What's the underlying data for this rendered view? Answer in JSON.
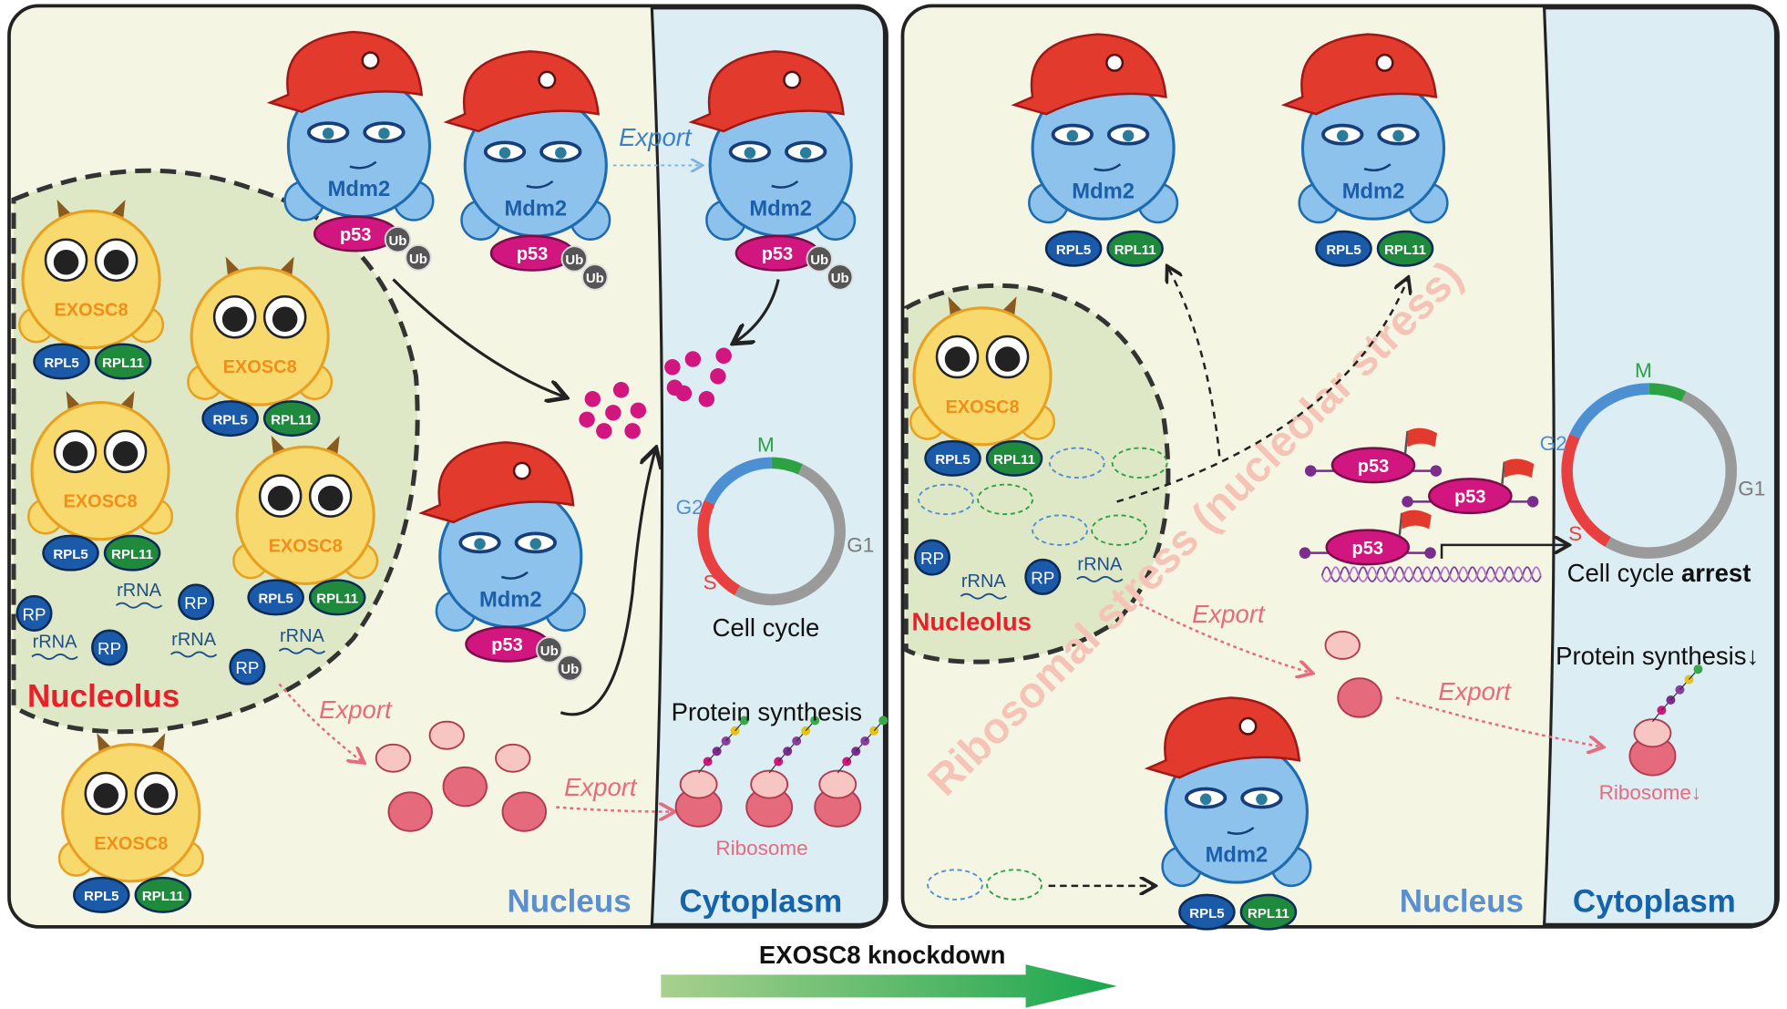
{
  "left_panel": {
    "nucleus_label": "Nucleus",
    "cytoplasm_label": "Cytoplasm",
    "nucleolus_label": "Nucleolus",
    "export_labels": [
      "Export",
      "Export",
      "Export"
    ],
    "cell_cycle": {
      "label": "Cell cycle",
      "phases": [
        "M",
        "G2",
        "S",
        "G1"
      ]
    },
    "protein_synthesis_label": "Protein synthesis",
    "ribosome_label": "Ribosome"
  },
  "right_panel": {
    "nucleus_label": "Nucleus",
    "cytoplasm_label": "Cytoplasm",
    "nucleolus_label": "Nucleolus",
    "export_labels": [
      "Export",
      "Export"
    ],
    "stress_label": "Ribosomal stress (nucleolar stress)",
    "cell_cycle": {
      "label_prefix": "Cell cycle ",
      "label_bold": "arrest",
      "phases": [
        "M",
        "G2",
        "S",
        "G1"
      ]
    },
    "protein_synthesis_label": "Protein synthesis↓",
    "ribosome_label": "Ribosome↓"
  },
  "molecules": {
    "mdm2": "Mdm2",
    "p53": "p53",
    "ub": "Ub",
    "exosc8": "EXOSC8",
    "rpl5": "RPL5",
    "rpl11": "RPL11",
    "rp": "RP",
    "rrna": "rRNA"
  },
  "footer": {
    "knockdown_label": "EXOSC8 knockdown"
  },
  "colors": {
    "nucleus_bg": "#f5f5e4",
    "cytoplasm_bg": "#dcedf4",
    "nucleolus_bg": "#dfe8c6",
    "mdm2_blue": "#8cc2ec",
    "cap_red": "#e23a2c",
    "p53_magenta": "#d2167f",
    "exosc8_yellow": "#f8d96d",
    "rpl5_blue": "#1a5aa8",
    "rpl11_green": "#1f8a3c",
    "ribosome_pink": "#e46a7c",
    "nucleus_text": "#5b8fcf",
    "cytoplasm_text": "#1563a8",
    "nucleolus_text": "#e8202a",
    "export_text": "#e86a7e"
  }
}
